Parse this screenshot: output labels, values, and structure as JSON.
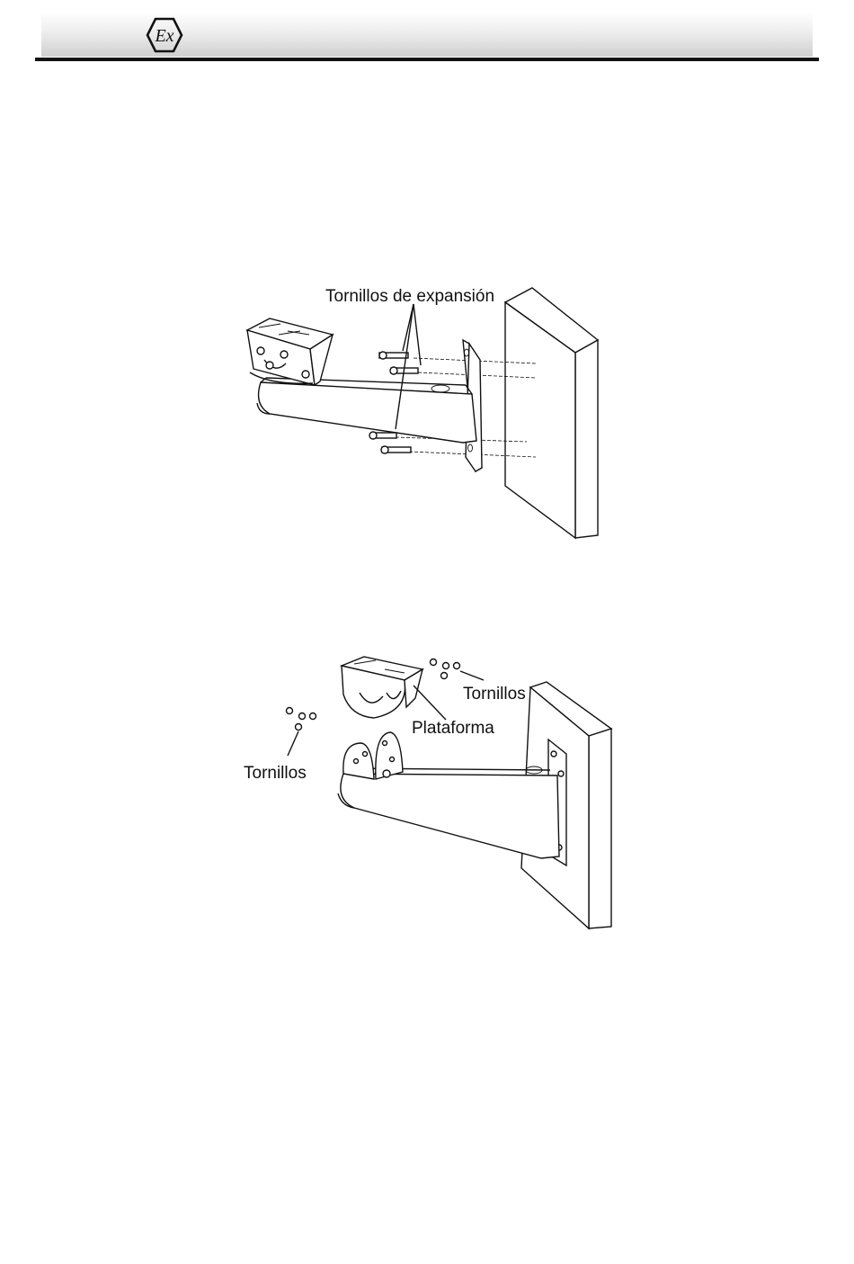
{
  "header": {
    "logo_icon": "ex-hexagon-icon",
    "logo_text": "Ex"
  },
  "figure1": {
    "label_expansion_screws": "Tornillos de expansión"
  },
  "figure2": {
    "label_screws_right": "Tornillos",
    "label_platform": "Plataforma",
    "label_screws_left": "Tornillos"
  }
}
